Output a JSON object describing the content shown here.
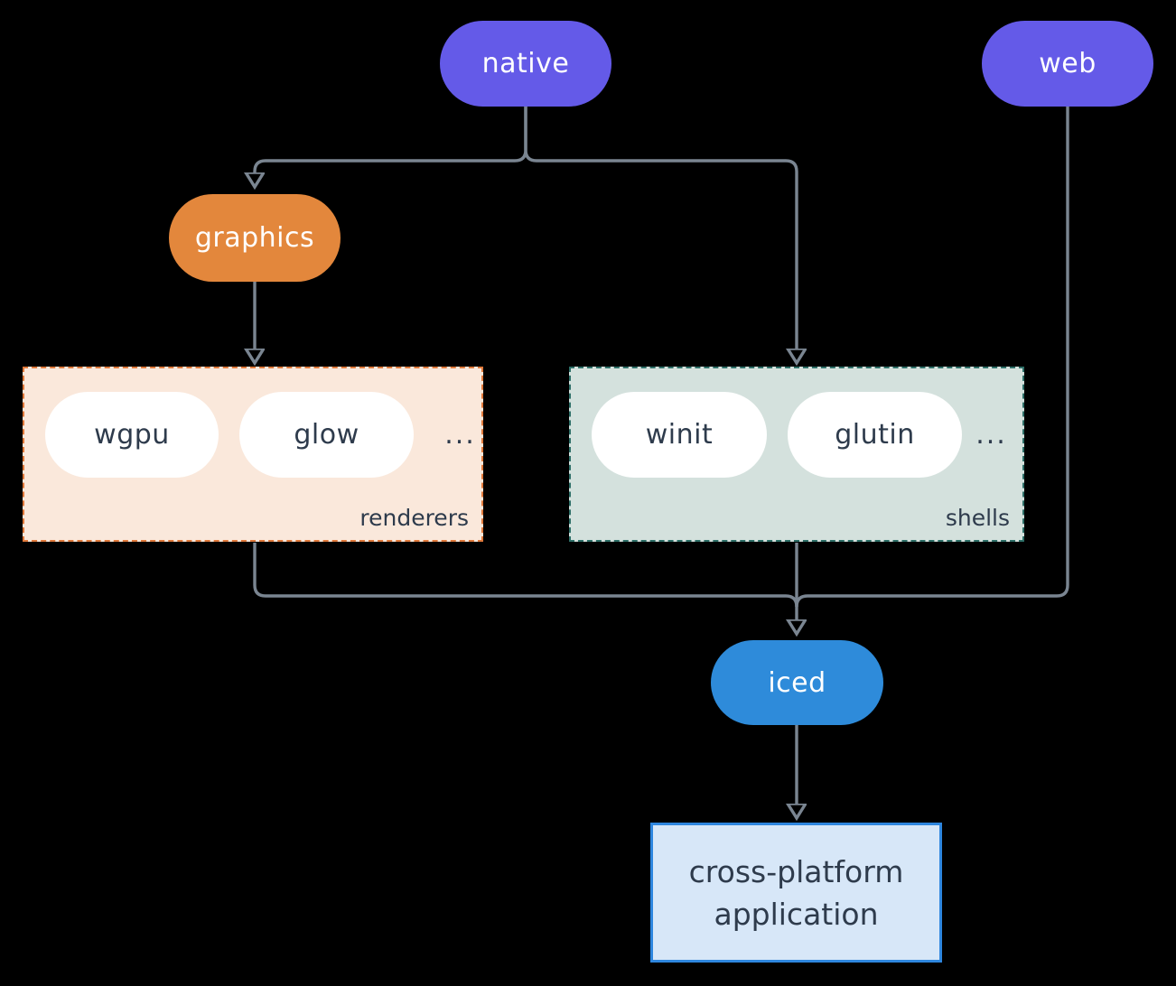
{
  "colors": {
    "bg": "#000000",
    "purple": "#645AE8",
    "orange": "#E3873C",
    "blue": "#2E8BDA",
    "pill-text": "#FFFFFF",
    "node-text": "#2E3B4C",
    "renderers-fill": "#FAE8DB",
    "renderers-border": "#E0793B",
    "shells-fill": "#D4E1DD",
    "shells-border": "#2E6F68",
    "app-fill": "#D7E7F8",
    "app-border": "#2E86DE",
    "connector": "#7A8591"
  },
  "nodes": {
    "native": {
      "label": "native"
    },
    "web": {
      "label": "web"
    },
    "graphics": {
      "label": "graphics"
    },
    "iced": {
      "label": "iced"
    },
    "application": {
      "label": "cross-platform application"
    }
  },
  "groups": {
    "renderers": {
      "label": "renderers",
      "items": [
        "wgpu",
        "glow"
      ],
      "more": "..."
    },
    "shells": {
      "label": "shells",
      "items": [
        "winit",
        "glutin"
      ],
      "more": "..."
    }
  }
}
